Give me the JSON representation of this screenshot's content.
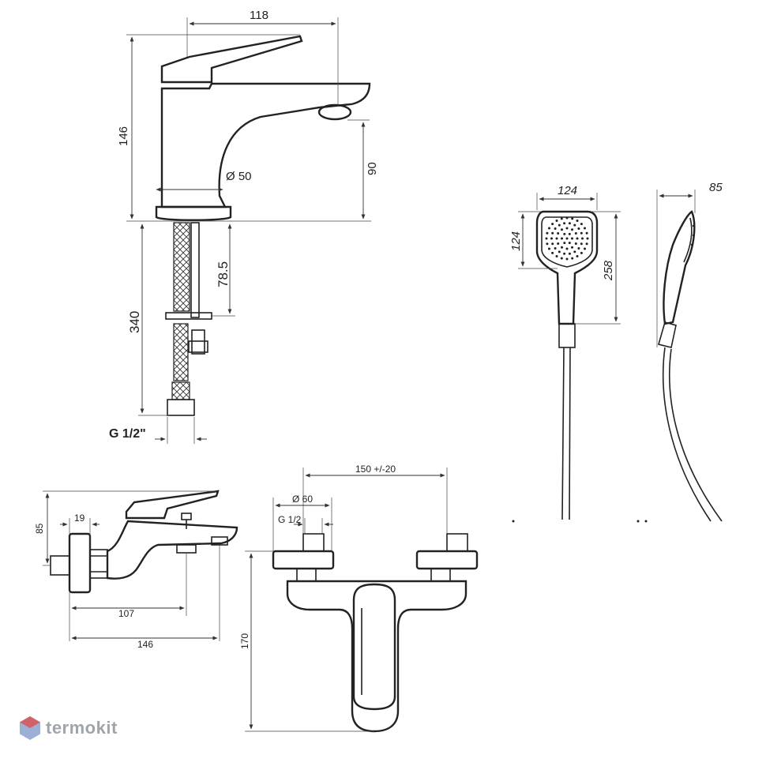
{
  "colors": {
    "line": "#222222",
    "watermark": "#a0a4ab",
    "brand_red": "#e8423c",
    "brand_blue": "#4a6fb5"
  },
  "basin_mixer": {
    "width": "118",
    "height": "146",
    "diameter": "Ø 50",
    "spout_height": "90",
    "hose_length": "340",
    "nut_distance": "78.5",
    "thread": "G 1/2\""
  },
  "hand_shower": {
    "head_width": "124",
    "head_height": "124",
    "total_length": "258",
    "side_depth": "85"
  },
  "bath_mixer_side": {
    "height": "85",
    "connector": "19",
    "diverter_offset": "107",
    "length": "146"
  },
  "bath_mixer_front": {
    "centers": "150 +/-20",
    "flange": "Ø 60",
    "thread": "G 1/2",
    "height": "170"
  },
  "watermark": {
    "text": "termokit"
  }
}
